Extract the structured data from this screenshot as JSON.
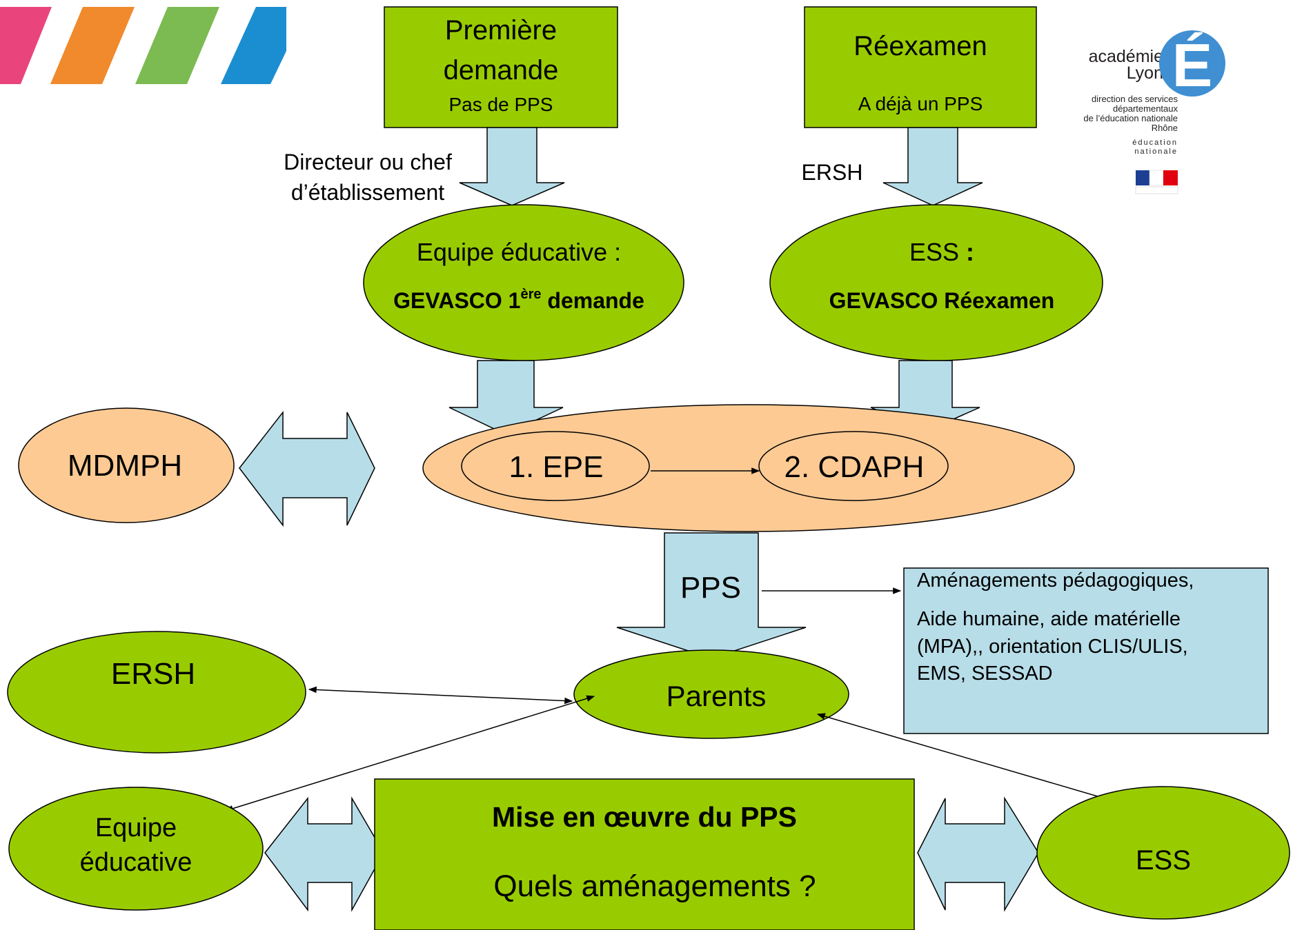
{
  "top_boxes": {
    "first_request": {
      "title_line1": "Première",
      "title_line2": "demande",
      "subtitle": "Pas de PPS"
    },
    "review": {
      "title": "Réexamen",
      "subtitle": "A déjà un PPS"
    }
  },
  "arrow_labels": {
    "director_line1": "Directeur ou chef",
    "director_line2": "d’établissement",
    "ersh_top": "ERSH"
  },
  "team_ellipse": {
    "line1": "Equipe éducative :",
    "line2_main": "GEVASCO 1",
    "line2_sup": "ère",
    "line2_end": " demande"
  },
  "ess_ellipse": {
    "line1": "ESS",
    "line1_colon": " :",
    "line2": "GEVASCO Réexamen"
  },
  "mdmph": {
    "label": "MDMPH"
  },
  "process": {
    "step1": "1. EPE",
    "step2": "2. CDAPH"
  },
  "pps_arrow": {
    "label": "PPS"
  },
  "adjustments_box": {
    "line1": "Aménagements pédagogiques,",
    "line2": "Aide  humaine, aide matérielle",
    "line3": "(MPA),, orientation CLIS/ULIS,",
    "line4": "EMS, SESSAD"
  },
  "bottom_nodes": {
    "ersh": "ERSH",
    "parents": "Parents",
    "team_line1": "Equipe",
    "team_line2": "éducative",
    "ess": "ESS"
  },
  "implementation": {
    "title": "Mise en œuvre du PPS",
    "question": "Quels aménagements ?"
  },
  "logo": {
    "academie": "académie",
    "lyon": "Lyon",
    "line1": "direction des services",
    "line2": "départementaux",
    "line3": "de l’éducation nationale",
    "line4": "Rhône",
    "edu1": "éducation",
    "edu2": "nationale",
    "letter": "É"
  },
  "colors": {
    "green": "#99cc00",
    "peach": "#fdca94",
    "light_blue": "#b7dde8",
    "stripe_pink": "#e9457c",
    "stripe_orange": "#f08a2c",
    "stripe_green": "#7cba52",
    "stripe_blue": "#1b8ed1",
    "logo_blue": "#3f8fd2"
  }
}
